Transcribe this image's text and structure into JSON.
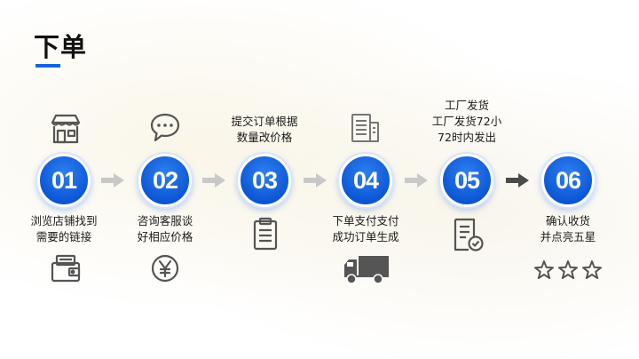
{
  "title": "下单",
  "steps": [
    {
      "num": "01",
      "lines": [
        "浏览店铺找到",
        "需要的链接"
      ]
    },
    {
      "num": "02",
      "lines": [
        "咨询客服谈",
        "好相应价格"
      ]
    },
    {
      "num": "03",
      "lines": [
        "提交订单根据",
        "数量改价格"
      ]
    },
    {
      "num": "04",
      "lines": [
        "下单支付支付",
        "成功订单生成"
      ]
    },
    {
      "num": "05",
      "lines": [
        "工厂发货",
        "工厂发货72小",
        "72时内发出"
      ]
    },
    {
      "num": "06",
      "lines": [
        "确认收货",
        "并点亮五星"
      ]
    }
  ],
  "colors": {
    "accent": "#1565d8",
    "circle": "#0c57d6",
    "arrow_light": "#c8c8c8",
    "arrow_dark": "#4a4a4a",
    "icon": "#555555"
  },
  "icons": [
    "shop-icon",
    "chat-bubble-icon",
    "clipboard-icon",
    "document-icon",
    "invoice-check-icon",
    "star-icon",
    "wallet-icon",
    "yen-icon",
    "truck-icon"
  ]
}
